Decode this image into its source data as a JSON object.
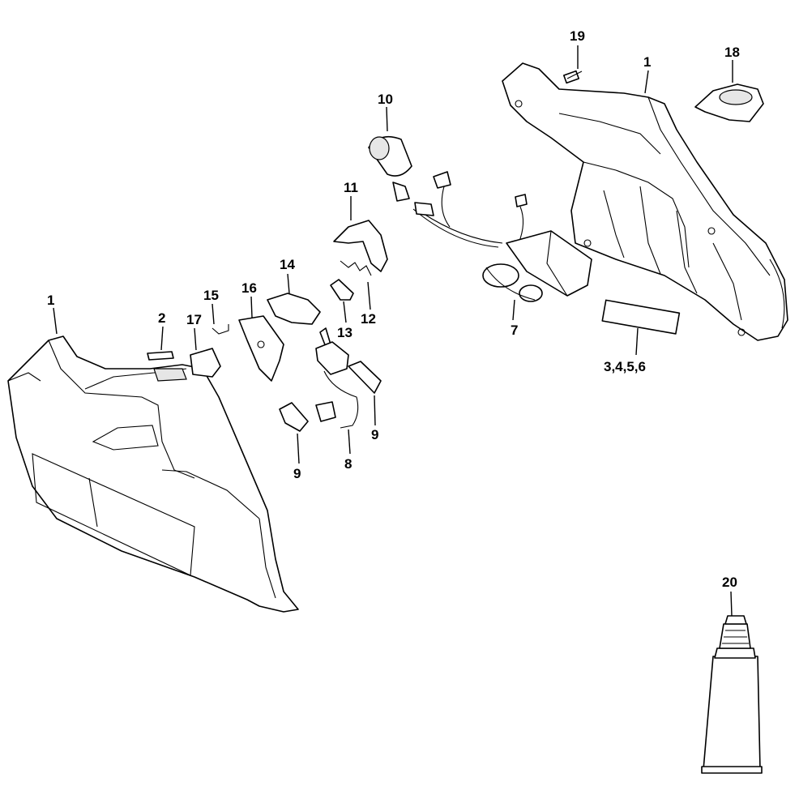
{
  "callouts": {
    "c1_left": "1",
    "c1_right": "1",
    "c2": "2",
    "c3456": "3,4,5,6",
    "c7": "7",
    "c8": "8",
    "c9_left": "9",
    "c9_right": "9",
    "c10": "10",
    "c11": "11",
    "c12": "12",
    "c13": "13",
    "c14": "14",
    "c15": "15",
    "c16": "16",
    "c17": "17",
    "c18": "18",
    "c19": "19",
    "c20": "20"
  }
}
